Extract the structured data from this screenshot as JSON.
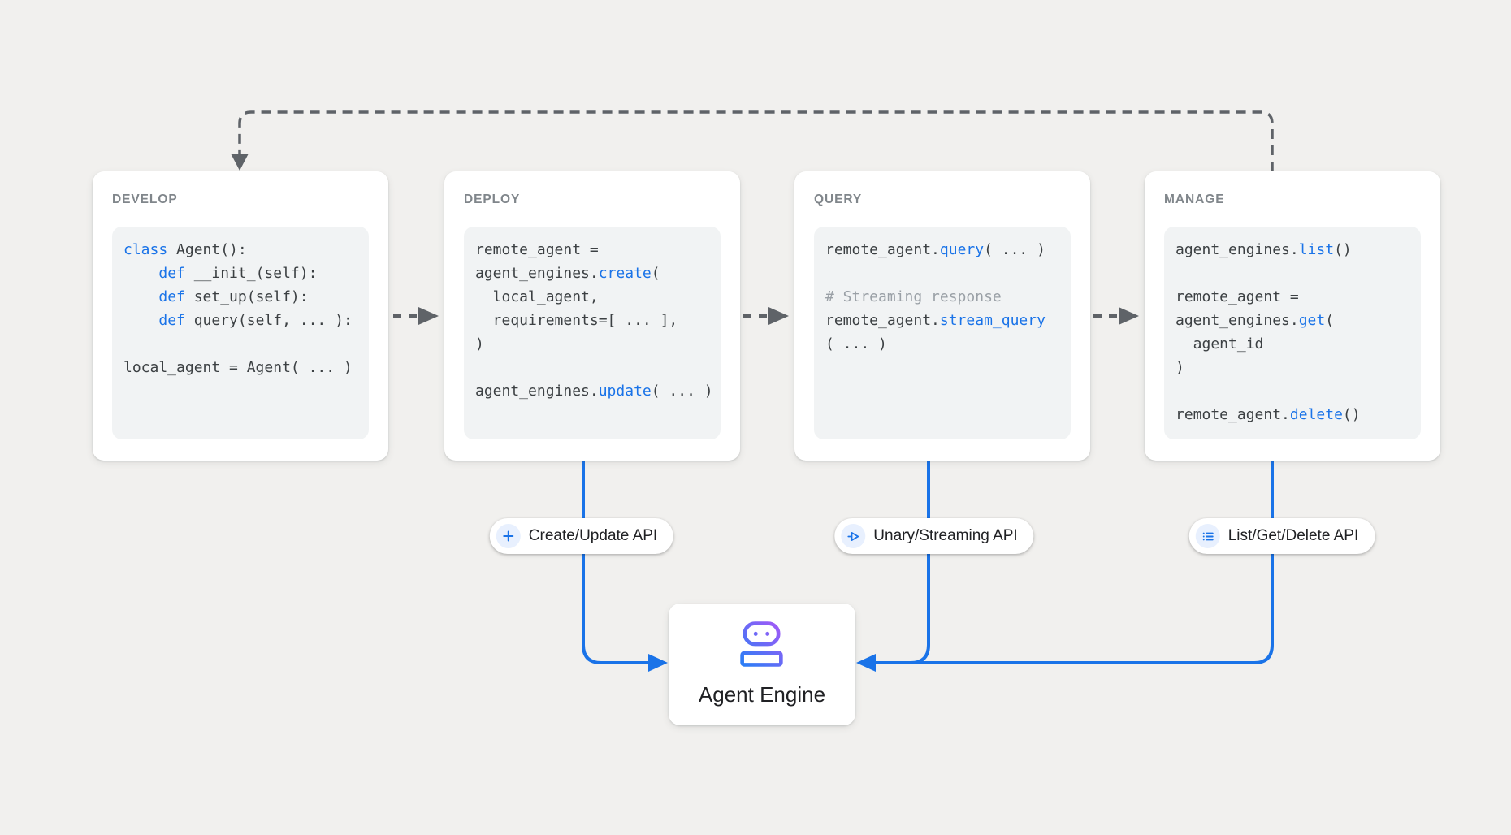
{
  "colors": {
    "background": "#F1F0EE",
    "card_background": "#FFFFFF",
    "code_background": "#F1F3F4",
    "accent_blue": "#1A73E8",
    "code_text": "#3C4043",
    "comment_gray": "#9AA0A6",
    "title_gray": "#80868B",
    "connector_gray": "#5F6368",
    "pill_icon_background": "#E8F0FE",
    "robot_gradient_blue": "#2D7DF6",
    "robot_gradient_purple": "#A259F7"
  },
  "cards": [
    {
      "title": "DEVELOP",
      "code": [
        [
          {
            "t": "class",
            "c": "kw"
          },
          {
            "t": " Agent():"
          }
        ],
        [
          {
            "t": "    "
          },
          {
            "t": "def",
            "c": "kw"
          },
          {
            "t": " __init_(self):"
          }
        ],
        [
          {
            "t": "    "
          },
          {
            "t": "def",
            "c": "kw"
          },
          {
            "t": " set_up(self):"
          }
        ],
        [
          {
            "t": "    "
          },
          {
            "t": "def",
            "c": "kw"
          },
          {
            "t": " query(self, ... ):"
          }
        ],
        [],
        [
          {
            "t": "local_agent = Agent( ... )"
          }
        ]
      ]
    },
    {
      "title": "DEPLOY",
      "code": [
        [
          {
            "t": "remote_agent ="
          }
        ],
        [
          {
            "t": "agent_engines."
          },
          {
            "t": "create",
            "c": "kw"
          },
          {
            "t": "("
          }
        ],
        [
          {
            "t": "  local_agent,"
          }
        ],
        [
          {
            "t": "  requirements=[ ... ],"
          }
        ],
        [
          {
            "t": ")"
          }
        ],
        [],
        [
          {
            "t": "agent_engines."
          },
          {
            "t": "update",
            "c": "kw"
          },
          {
            "t": "( ... )"
          }
        ]
      ]
    },
    {
      "title": "QUERY",
      "code": [
        [
          {
            "t": "remote_agent."
          },
          {
            "t": "query",
            "c": "kw"
          },
          {
            "t": "( ... )"
          }
        ],
        [],
        [
          {
            "t": "# Streaming response",
            "c": "cm"
          }
        ],
        [
          {
            "t": "remote_agent."
          },
          {
            "t": "stream_query",
            "c": "kw"
          }
        ],
        [
          {
            "t": "( ... )"
          }
        ]
      ]
    },
    {
      "title": "MANAGE",
      "code": [
        [
          {
            "t": "agent_engines."
          },
          {
            "t": "list",
            "c": "kw"
          },
          {
            "t": "()"
          }
        ],
        [],
        [
          {
            "t": "remote_agent ="
          }
        ],
        [
          {
            "t": "agent_engines."
          },
          {
            "t": "get",
            "c": "kw"
          },
          {
            "t": "("
          }
        ],
        [
          {
            "t": "  agent_id"
          }
        ],
        [
          {
            "t": ")"
          }
        ],
        [],
        [
          {
            "t": "remote_agent."
          },
          {
            "t": "delete",
            "c": "kw"
          },
          {
            "t": "()"
          }
        ]
      ]
    }
  ],
  "pills": [
    {
      "icon": "plus-icon",
      "label": "Create/Update API"
    },
    {
      "icon": "send-icon",
      "label": "Unary/Streaming API"
    },
    {
      "icon": "list-icon",
      "label": "List/Get/Delete API"
    }
  ],
  "engine": {
    "icon": "robot-icon",
    "label": "Agent Engine"
  }
}
